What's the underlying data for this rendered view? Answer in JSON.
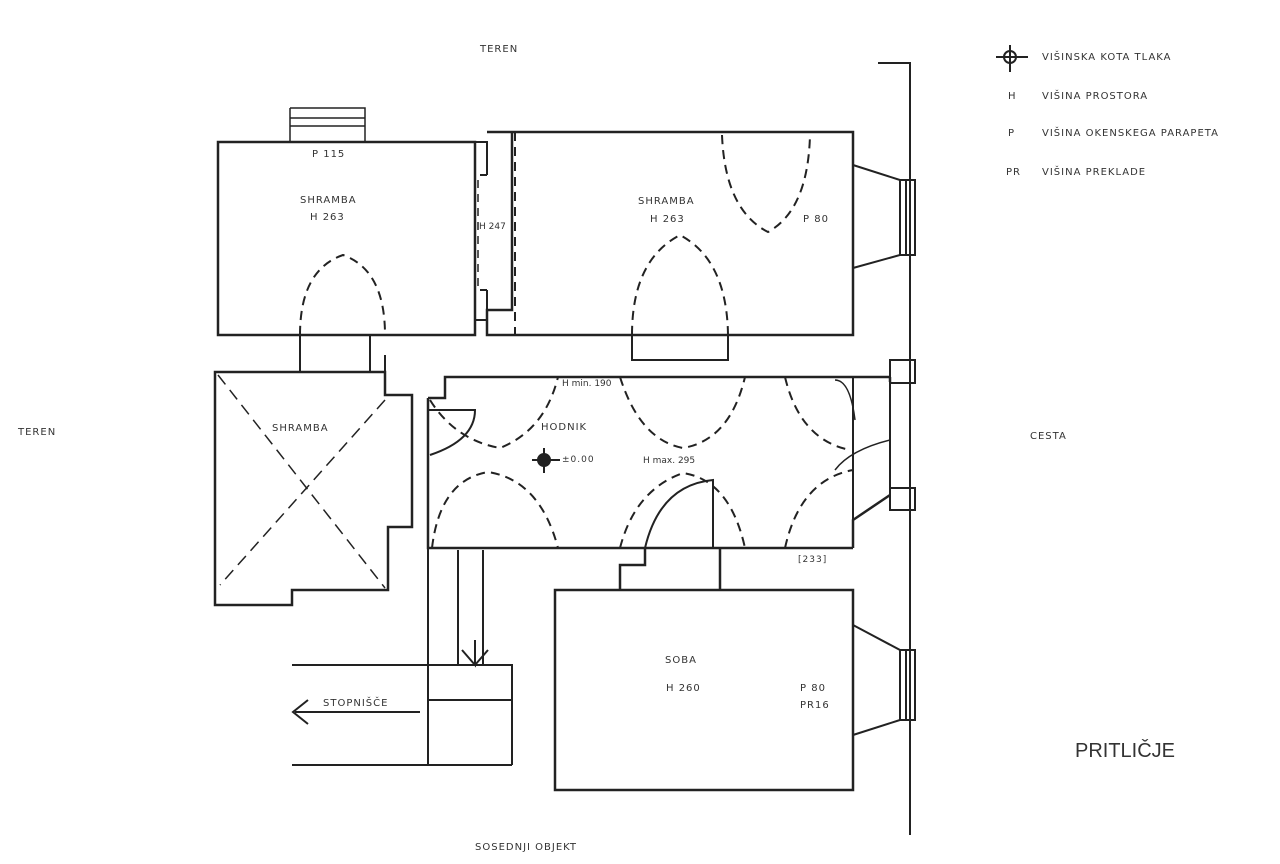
{
  "labels": {
    "teren_top": "TEREN",
    "teren_left": "TEREN",
    "cesta": "CESTA",
    "sosednji": "SOSEDNJI OBJEKT",
    "floor": "PRITLIČJE",
    "stopnisce": "STOPNIŠČE"
  },
  "legend": [
    {
      "symbol": "",
      "text": "VIŠINSKA KOTA TLAKA"
    },
    {
      "symbol": "H",
      "text": "VIŠINA PROSTORA"
    },
    {
      "symbol": "P",
      "text": "VIŠINA OKENSKEGA PARAPETA"
    },
    {
      "symbol": "PR",
      "text": "VIŠINA PREKLADE"
    }
  ],
  "rooms": {
    "shramba1": {
      "name": "SHRAMBA",
      "h": "H 263",
      "p": "P 115"
    },
    "door_h": "H 247",
    "shramba2": {
      "name": "SHRAMBA",
      "h": "H 263",
      "p": "P 80"
    },
    "shramba3": {
      "name": "SHRAMBA"
    },
    "hodnik": {
      "name": "HODNIK",
      "hmin": "H min. 190",
      "hmax": "H max. 295",
      "kota": "±0.00",
      "tag": "[233]"
    },
    "soba": {
      "name": "SOBA",
      "h": "H 260",
      "p": "P 80",
      "pr": "PR16"
    }
  }
}
